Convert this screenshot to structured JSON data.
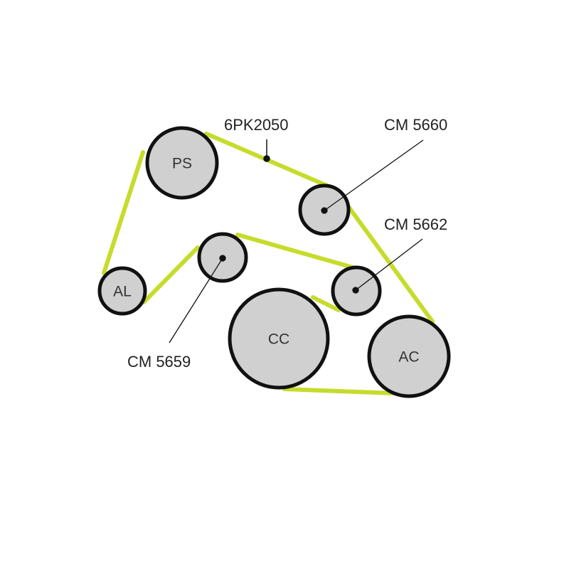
{
  "belt": {
    "label": "6PK2050",
    "color": "#c6dc2c"
  },
  "pulleys": {
    "ps": {
      "label": "PS"
    },
    "al": {
      "label": "AL"
    },
    "cc": {
      "label": "CC"
    },
    "ac": {
      "label": "AC"
    }
  },
  "idlers": {
    "cm5660": {
      "label": "CM 5660"
    },
    "cm5662": {
      "label": "CM 5662"
    },
    "cm5659": {
      "label": "CM 5659"
    }
  },
  "colors": {
    "pulley_fill": "#d0d0d0",
    "outline": "#111111"
  }
}
